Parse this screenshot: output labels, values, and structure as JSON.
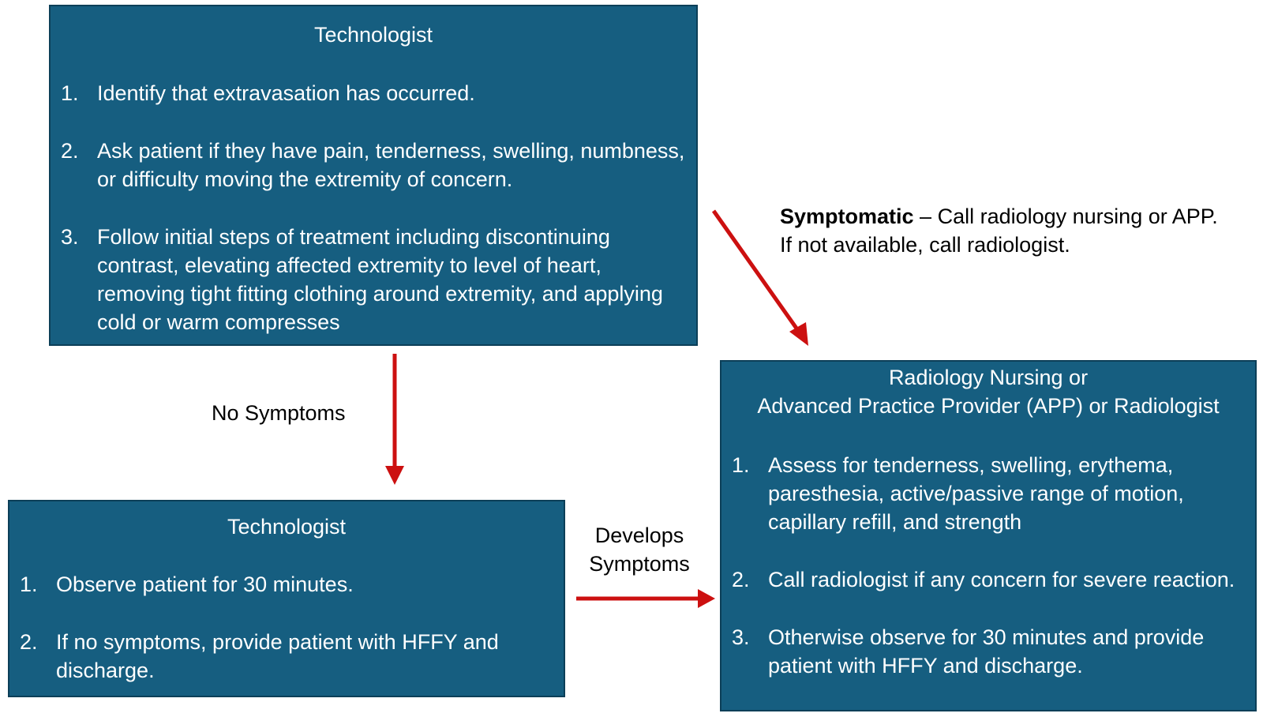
{
  "box_technologist_initial": {
    "title": "Technologist",
    "steps": [
      {
        "num": "1.",
        "text": "Identify that extravasation has occurred."
      },
      {
        "num": "2.",
        "text": "Ask patient if they have pain, tenderness, swelling, numbness, or difficulty moving the extremity of concern."
      },
      {
        "num": "3.",
        "text": "Follow initial steps of treatment including discontinuing contrast, elevating affected extremity to level of heart, removing tight fitting clothing around extremity, and applying cold or warm compresses"
      }
    ]
  },
  "box_technologist_observe": {
    "title": "Technologist",
    "steps": [
      {
        "num": "1.",
        "text": "Observe patient for 30 minutes."
      },
      {
        "num": "2.",
        "text": "If no symptoms, provide patient with HFFY and discharge."
      }
    ]
  },
  "box_radiology": {
    "title_line1": "Radiology Nursing or",
    "title_line2": "Advanced Practice Provider (APP) or Radiologist",
    "steps": [
      {
        "num": "1.",
        "text": "Assess for tenderness, swelling, erythema, paresthesia, active/passive range of motion, capillary refill, and strength"
      },
      {
        "num": "2.",
        "text": "Call radiologist if any concern for severe reaction."
      },
      {
        "num": "3.",
        "text": "Otherwise observe for 30 minutes and provide patient with HFFY and discharge."
      }
    ]
  },
  "labels": {
    "no_symptoms": "No Symptoms",
    "develops_line1": "Develops",
    "develops_line2": "Symptoms",
    "symptomatic_bold": "Symptomatic",
    "symptomatic_rest": " – Call radiology nursing or APP. If not available, call radiologist."
  },
  "colors": {
    "box_fill": "#165e80",
    "box_border": "#0c3f58",
    "arrow": "#cc1010",
    "box_text": "#ffffff"
  }
}
